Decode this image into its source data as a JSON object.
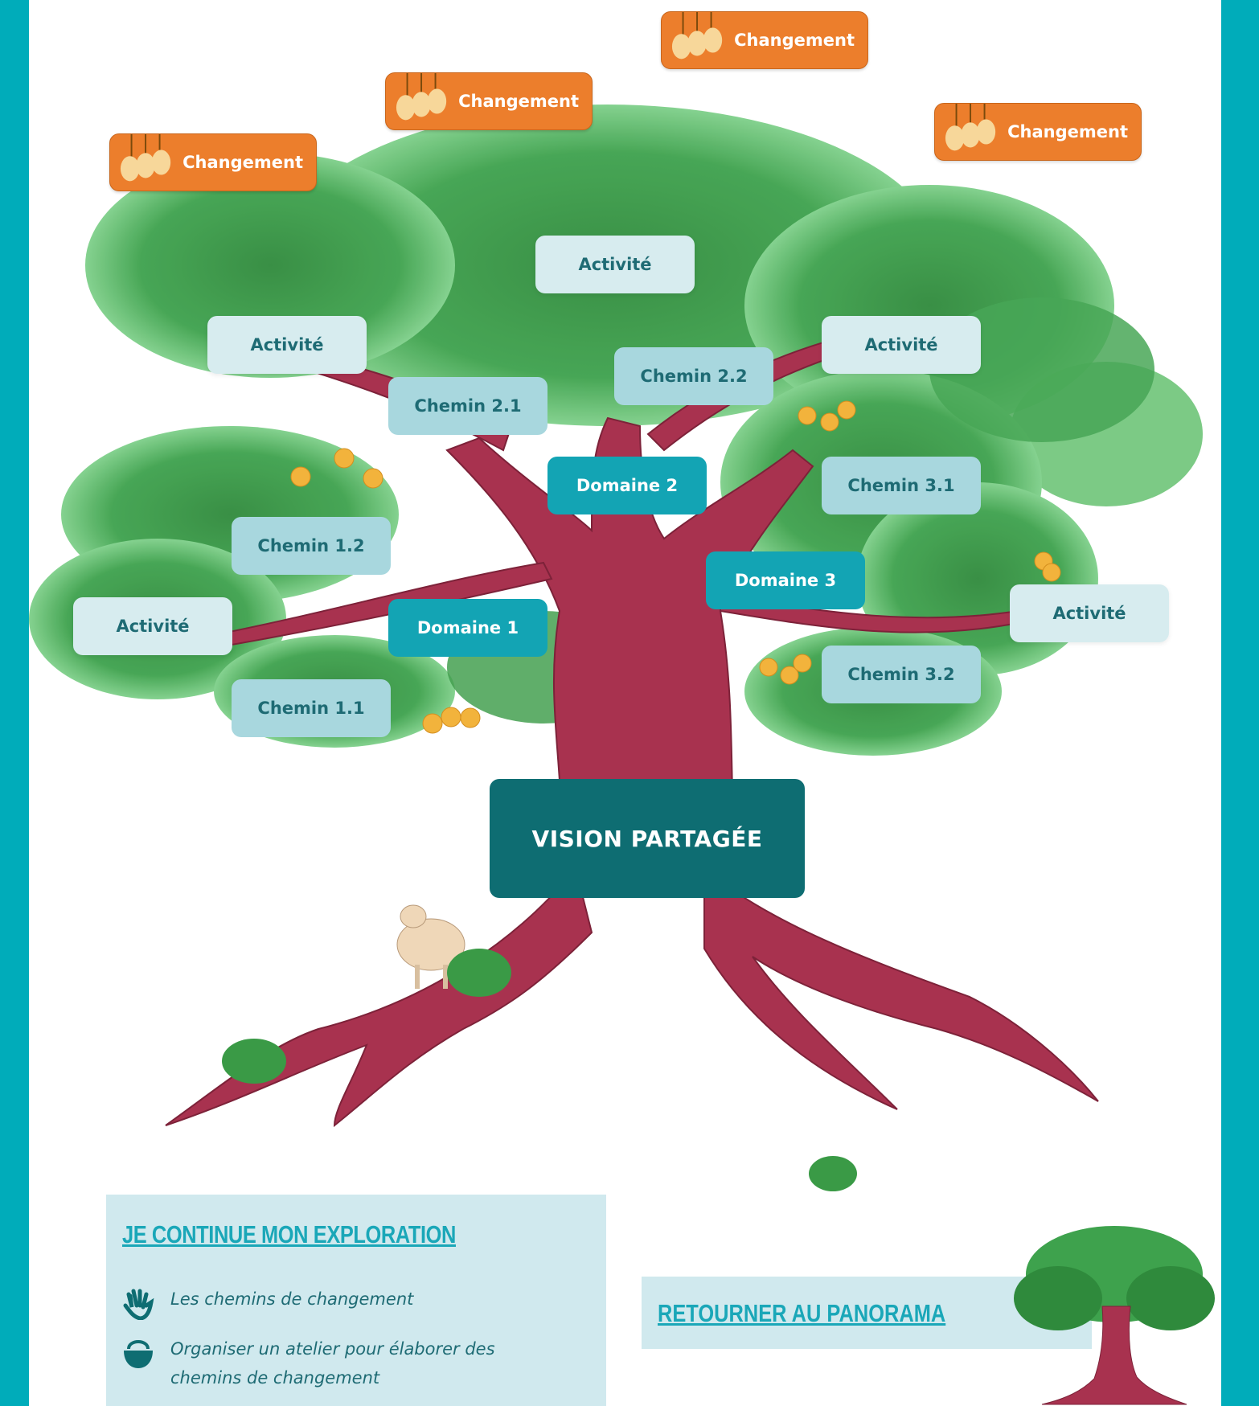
{
  "colors": {
    "frame": "#00acba",
    "changement": "#ec7e2c",
    "activite": "#d7ecef",
    "chemin": "#a8d7de",
    "domaine": "#13a4b4",
    "vision": "#0e6d72",
    "trunk": "#a8324f",
    "foliage": "#2e8b3e",
    "link": "#1aa7b8",
    "panel": "#d0e9ee"
  },
  "tree": {
    "changements": [
      "Changement",
      "Changement",
      "Changement",
      "Changement"
    ],
    "activites": [
      "Activité",
      "Activité",
      "Activité",
      "Activité",
      "Activité"
    ],
    "chemins": {
      "c11": "Chemin 1.1",
      "c12": "Chemin 1.2",
      "c21": "Chemin 2.1",
      "c22": "Chemin 2.2",
      "c31": "Chemin 3.1",
      "c32": "Chemin 3.2"
    },
    "domaines": {
      "d1": "Domaine 1",
      "d2": "Domaine 2",
      "d3": "Domaine 3"
    },
    "vision": "VISION PARTAGÉE"
  },
  "explore": {
    "heading": "JE CONTINUE MON EXPLORATION",
    "items": [
      {
        "icon": "hand-icon",
        "text": "Les chemins de changement"
      },
      {
        "icon": "basket-icon",
        "text": "Organiser un atelier pour élaborer des chemins de changement"
      }
    ]
  },
  "retour": {
    "label": "RETOURNER AU PANORAMA",
    "icon": "tree-thumbnail-icon"
  }
}
